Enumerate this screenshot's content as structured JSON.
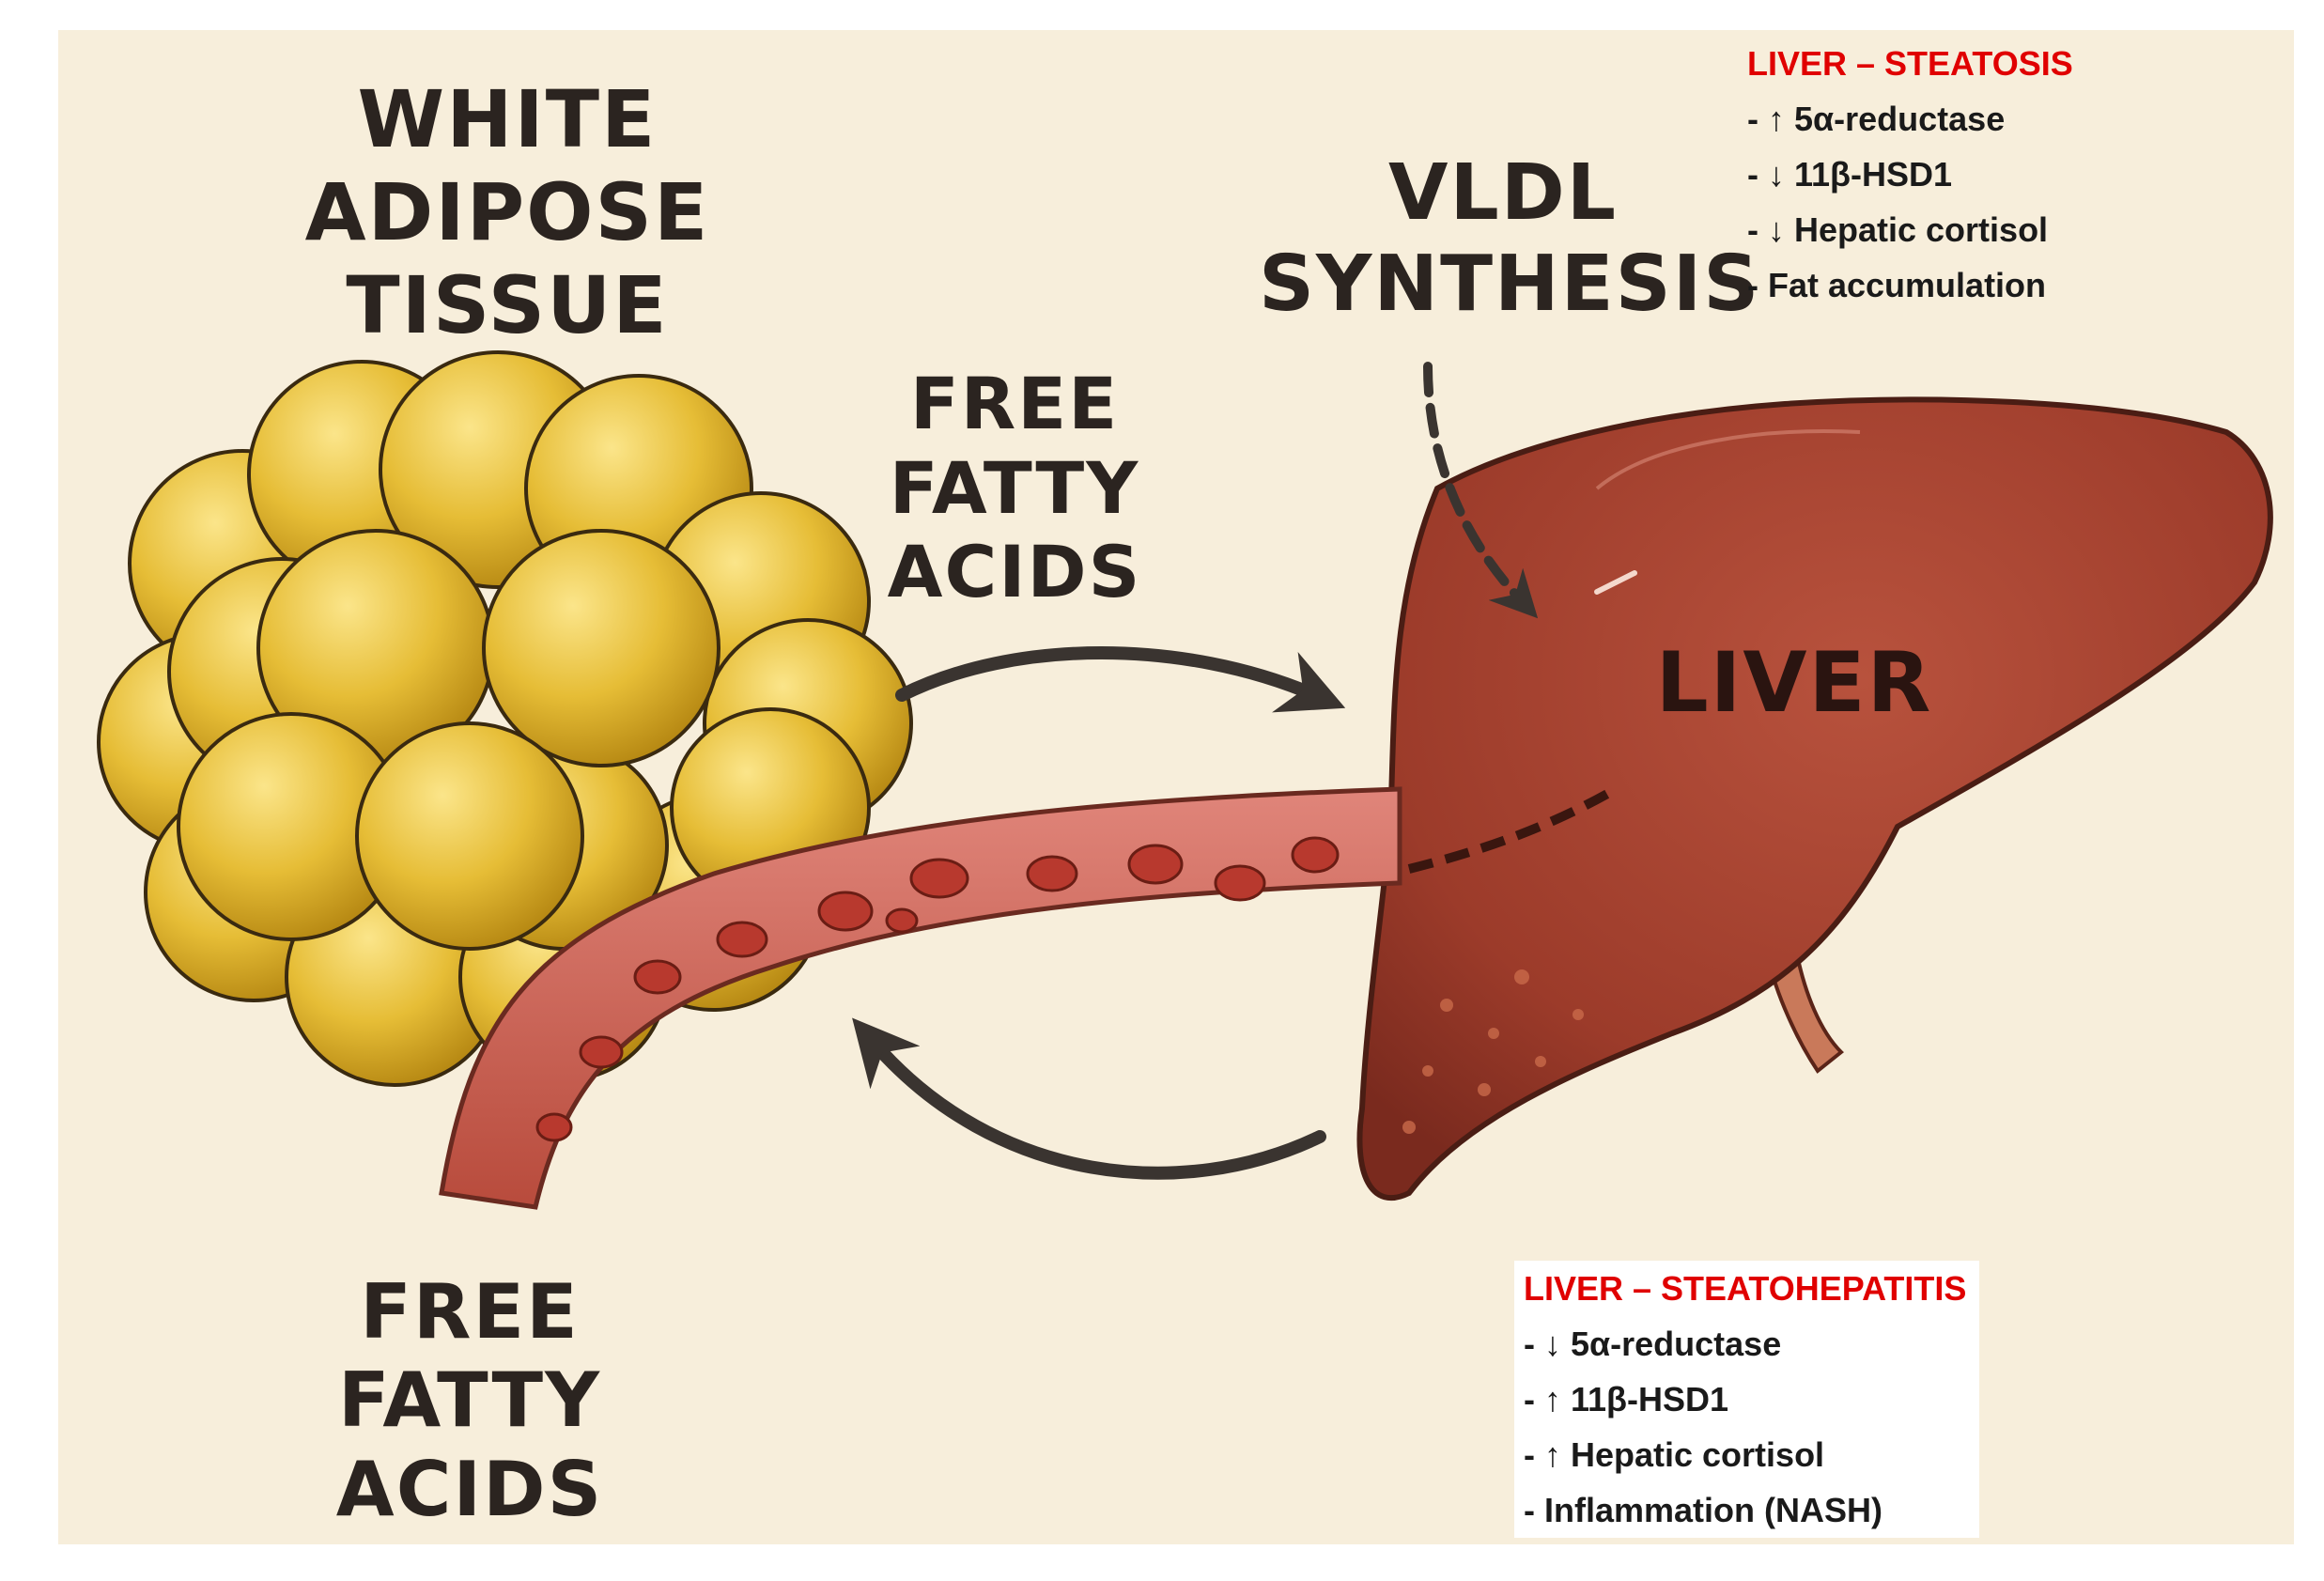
{
  "labels": {
    "adipose": [
      "WHITE",
      "ADIPOSE",
      "TISSUE"
    ],
    "ffa_top": [
      "FREE",
      "FATTY",
      "ACIDS"
    ],
    "ffa_bottom": [
      "FREE",
      "FATTY",
      "ACIDS"
    ],
    "vldl": [
      "VLDL",
      "SYNTHESIS"
    ],
    "liver": "LIVER"
  },
  "steatosis_box": {
    "title": "LIVER – STEATOSIS",
    "items": [
      "- ↑ 5α-reductase",
      "- ↓ 11β-HSD1",
      "- ↓ Hepatic cortisol",
      "- Fat accumulation"
    ]
  },
  "steatohepatitis_box": {
    "title": "LIVER – STEATOHEPATITIS",
    "items": [
      "- ↓ 5α-reductase",
      "- ↑ 11β-HSD1",
      "- ↑ Hepatic cortisol",
      "- Inflammation  (NASH)"
    ]
  },
  "colors": {
    "background": "#f7eedb",
    "fat_cell": "#e6bd36",
    "liver": "#a2402e",
    "vessel": "#c85a4a",
    "title_red": "#e00000"
  }
}
